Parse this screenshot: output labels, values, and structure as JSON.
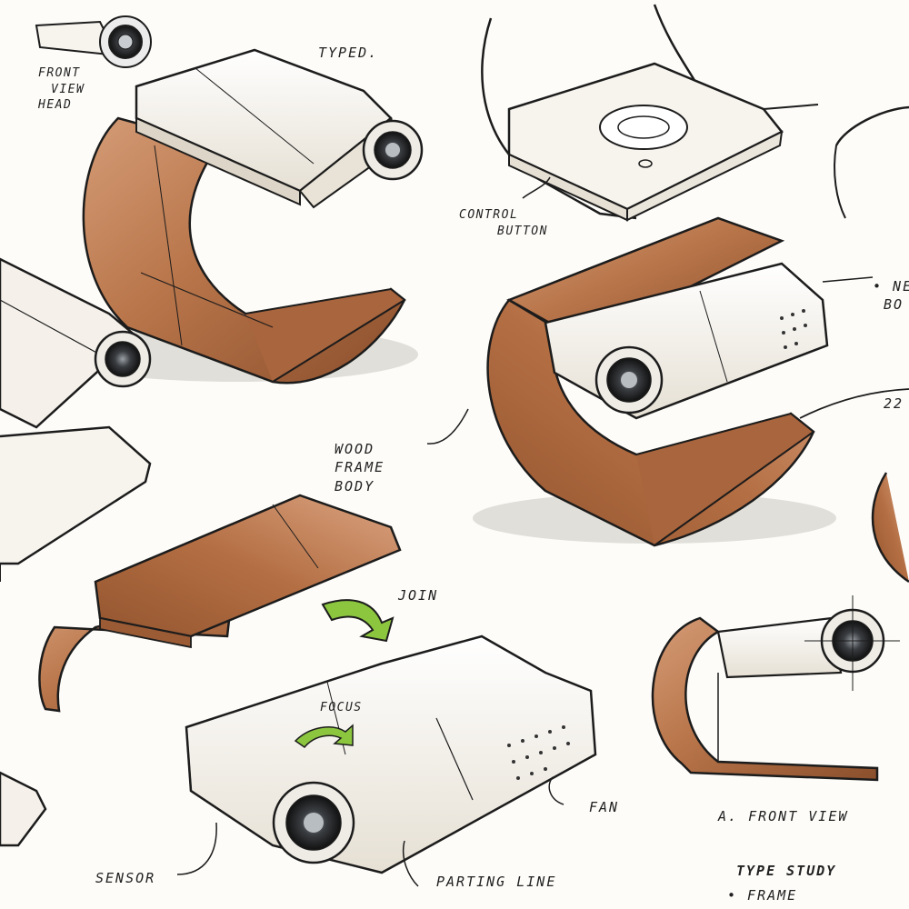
{
  "labels": {
    "front_view_head": [
      "FRONT",
      "VIEW",
      "HEAD"
    ],
    "typed": "TYPED.",
    "control_button": [
      "CONTROL",
      "BUTTON"
    ],
    "wood_frame_body": [
      "WOOD",
      "FRAME",
      "BODY"
    ],
    "join": "JOIN",
    "focus": "FOCUS",
    "fan": "FAN",
    "sensor": "SENSOR",
    "parting_line": "PARTING LINE",
    "front_view": "A. FRONT VIEW",
    "type_study": "TYPE STUDY",
    "frame": "• FRAME",
    "cut_ne": [
      "• NE",
      "BO"
    ],
    "cut_22": "22"
  },
  "colors": {
    "wood": "#b9754a",
    "wood_dark": "#8a4f2c",
    "wood_light": "#dba582",
    "ink": "#1c1c1c",
    "shell": "#f1ede4",
    "shadow": "#c9c6c0",
    "arrow_green": "#8cc63f"
  },
  "icons": [
    "lens-icon",
    "join-arrow-icon",
    "focus-arrow-icon",
    "control-button-icon"
  ]
}
